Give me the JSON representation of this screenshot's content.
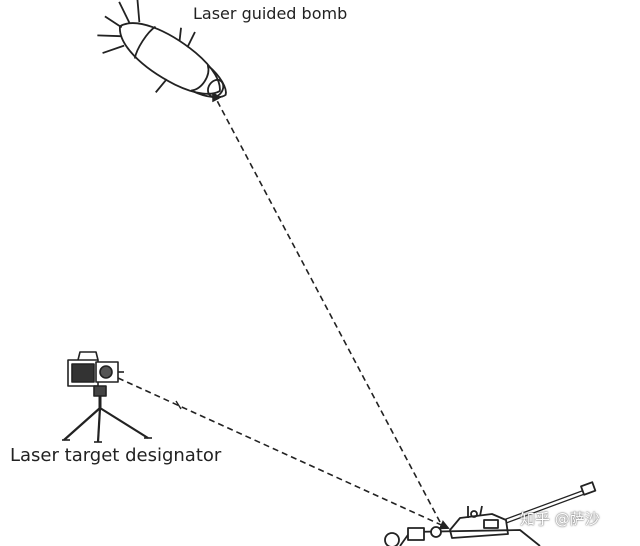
{
  "labels": {
    "bomb": "Laser guided bomb",
    "designator": "Laser target designator"
  },
  "watermark": "知乎 @萨沙",
  "colors": {
    "line": "#222222",
    "background": "#ffffff"
  },
  "icons": {
    "bomb": "laser-guided-bomb-icon",
    "designator": "laser-designator-tripod-icon",
    "target": "tank-icon"
  }
}
